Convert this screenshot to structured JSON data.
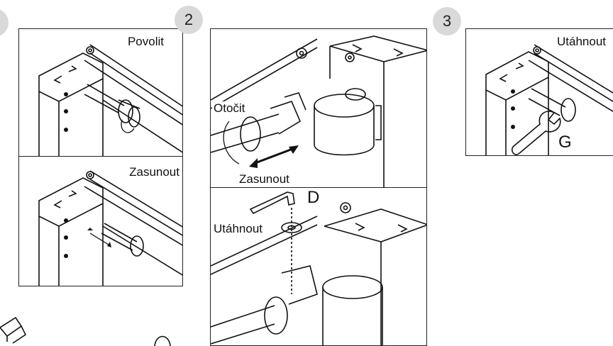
{
  "steps": {
    "step2_number": "2",
    "step3_number": "3"
  },
  "labels": {
    "loosen": "Povolit",
    "insert_1": "Zasunout",
    "rotate": "Otočit",
    "insert_2": "Zasunout",
    "tighten_1": "Utáhnout",
    "tool_d": "D",
    "tighten_2": "Utáhnout",
    "tool_g": "G"
  }
}
